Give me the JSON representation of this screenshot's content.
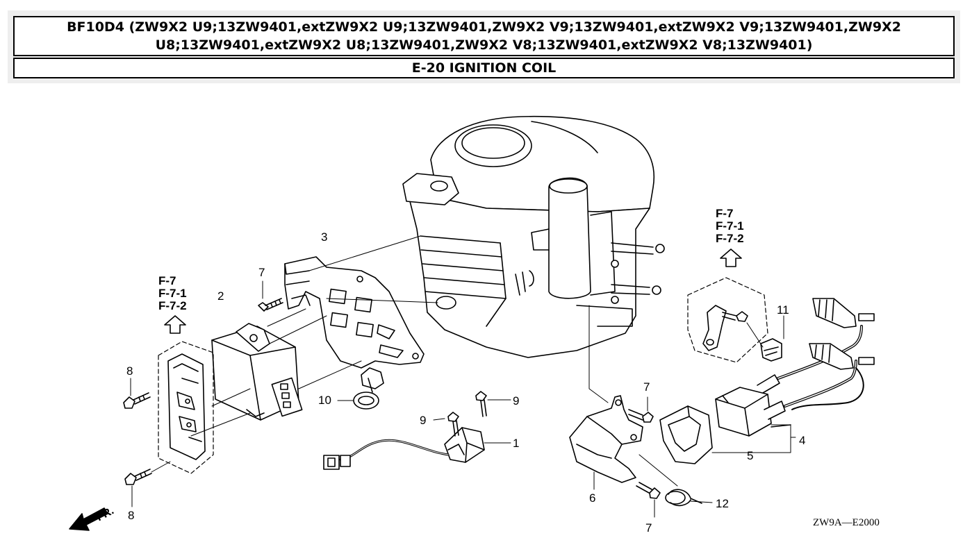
{
  "header": {
    "title": "BF10D4 (ZW9X2 U9;13ZW9401,extZW9X2 U9;13ZW9401,ZW9X2 V9;13ZW9401,extZW9X2 V9;13ZW9401,ZW9X2 U8;13ZW9401,extZW9X2 U8;13ZW9401,ZW9X2 V8;13ZW9401,extZW9X2 V8;13ZW9401)",
    "section": "E-20 IGNITION COIL"
  },
  "diagram": {
    "ref_left": [
      "F-7",
      "F-7-1",
      "F-7-2"
    ],
    "ref_right": [
      "F-7",
      "F-7-1",
      "F-7-2"
    ],
    "callouts": {
      "c1": "1",
      "c2": "2",
      "c3": "3",
      "c4": "4",
      "c5": "5",
      "c6": "6",
      "c7a": "7",
      "c7b": "7",
      "c7c": "7",
      "c8a": "8",
      "c8b": "8",
      "c9a": "9",
      "c9b": "9",
      "c10": "10",
      "c11": "11",
      "c12": "12"
    },
    "front_label": "FR.",
    "drawing_code": "ZW9A—E2000"
  }
}
